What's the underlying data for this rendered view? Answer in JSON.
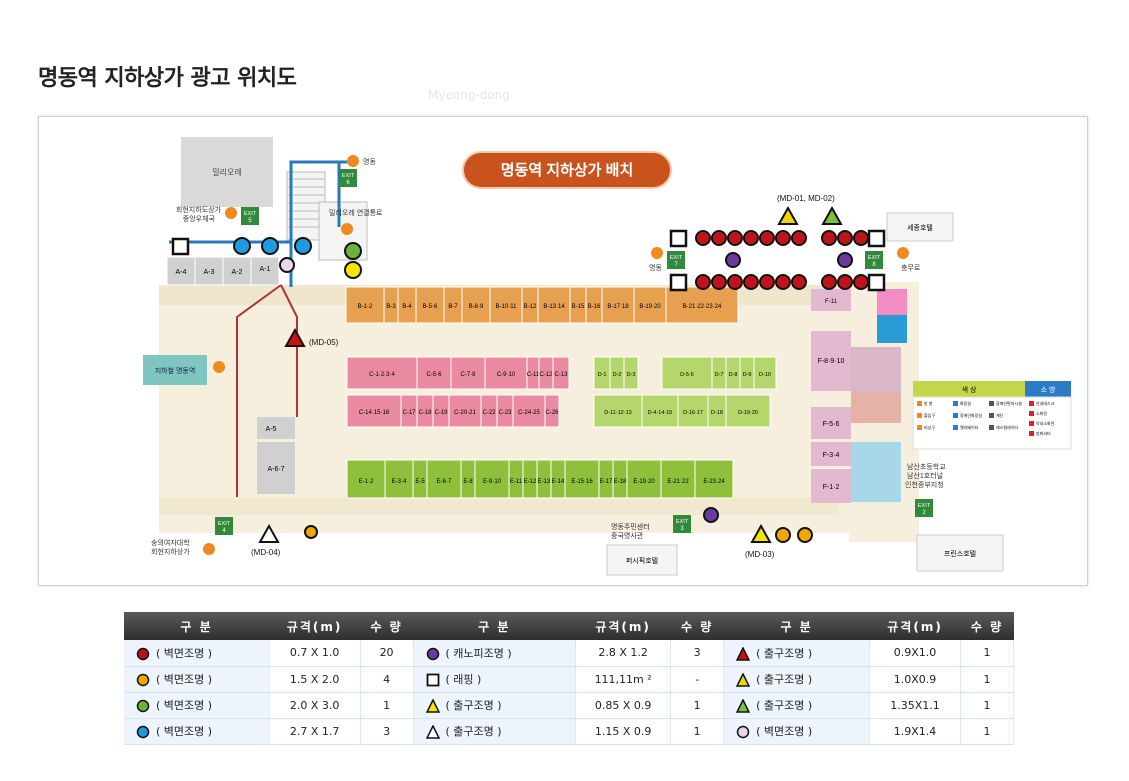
{
  "title": "명동역 지하상가 광고 위치도",
  "ghost_text": "Myeong-dong",
  "map": {
    "banner": "명동역 지하상가 배치",
    "buildings": {
      "milliore": "밀리오레",
      "sejong": "세종호텔",
      "pacific": "퍼시픽호텔",
      "prince": "프린스호텔",
      "subway": "지하철 명동역"
    },
    "exits": {
      "e6": [
        "EXIT",
        "6"
      ],
      "e5": [
        "EXIT",
        "5"
      ],
      "e7": [
        "EXIT",
        "7"
      ],
      "e8": [
        "EXIT",
        "8"
      ],
      "e4": [
        "EXIT",
        "4"
      ],
      "e3": [
        "EXIT",
        "3"
      ],
      "e2": [
        "EXIT",
        "2"
      ]
    },
    "labels": {
      "myeongdong_top": "명동",
      "hoehyeon_line1": "회현지하도상가",
      "hoehyeon_line2": "중앙우체국",
      "milliore_link": "밀리오레 연결통로",
      "myeongdong_left": "명동",
      "chungmuro": "충무로",
      "sookmyung_line1": "숭의여자대학",
      "sookmyung_line2": "회현지하상가",
      "center_line1": "명동주민센터",
      "center_line2": "중국영사관",
      "namsan_line1": "남산초등학교",
      "namsan_line2": "남산1호터널",
      "namsan_line3": "인천중부지청"
    },
    "callouts": {
      "md01_02": "(MD-01, MD-02)",
      "md05": "(MD-05)",
      "md04": "(MD-04)",
      "md03": "(MD-03)"
    },
    "a_stores": [
      "A-4",
      "A-3",
      "A-2",
      "A-1"
    ],
    "a5": "A-5",
    "a67": "A-6·7",
    "b_stores": [
      "B-1·2",
      "B-3",
      "B-4",
      "B-5·6",
      "B-7",
      "B-8·9",
      "B-10·11",
      "B-12",
      "B-13·14",
      "B-15",
      "B-16",
      "B-17·18",
      "B-19·20",
      "B-21·22·23·24"
    ],
    "c_row1": [
      "C-1·2·3·4",
      "C-5·6",
      "C-7·8",
      "C-9·10",
      "C-11",
      "C-12",
      "C-13"
    ],
    "c_row2": [
      "C-14·15·16",
      "C-17",
      "C-18",
      "C-19",
      "C-20·21",
      "C-22",
      "C-23",
      "C-24·25",
      "C-26"
    ],
    "d_row1": [
      "D-1",
      "D-2",
      "D-3",
      "D-5·6",
      "D-7",
      "D-8",
      "D-9",
      "D-10"
    ],
    "d_row2": [
      "D-11·12·13",
      "D-4·14·15",
      "D-16·17",
      "D-18",
      "D-19·20"
    ],
    "e_stores": [
      "E-1·2",
      "E-3·4",
      "E-5",
      "E-6·7",
      "E-8",
      "E-9·10",
      "E-11",
      "E-12",
      "E-13",
      "E-14",
      "E-15·16",
      "E-17",
      "E-18",
      "E-19·20",
      "E-21·22",
      "E-23·24"
    ],
    "f_stores": [
      "F-11",
      "F-8·9·10",
      "F-5·6",
      "F-3·4",
      "F-1·2"
    ],
    "legend": {
      "facility_header": "색 상",
      "fire_header": "소 방",
      "facility_items": [
        "방 향",
        "화장실",
        "장애인편의시설",
        "출입구",
        "장애인화장실",
        "계단",
        "비상구",
        "엘리베이터",
        "에스컬레이터"
      ],
      "fire_items": [
        "안내데스크",
        "소화전",
        "옥내소화전",
        "방화셔터"
      ]
    }
  },
  "table": {
    "headers": [
      "구 분",
      "규격(m)",
      "수 량",
      "구 분",
      "규격(m)",
      "수 량",
      "구 분",
      "규격(m)",
      "수 량"
    ],
    "rows": [
      [
        {
          "icon": "circle",
          "color": "#b5121b",
          "label": "( 벽면조명 )"
        },
        "0.7 X 1.0",
        "20",
        {
          "icon": "circle",
          "color": "#6a3aa0",
          "label": "( 캐노피조명 )"
        },
        "2.8 X 1.2",
        "3",
        {
          "icon": "triangle",
          "color": "#cc1010",
          "label": "( 출구조명 )"
        },
        "0.9X1.0",
        "1"
      ],
      [
        {
          "icon": "circle",
          "color": "#f0a800",
          "label": "( 벽면조명 )"
        },
        "1.5 X 2.0",
        "4",
        {
          "icon": "square",
          "color": "#ffffff",
          "label": "( 래핑 )"
        },
        "111,11m ²",
        "-",
        {
          "icon": "triangle",
          "color": "#f2d40a",
          "label": "( 출구조명 )"
        },
        "1.0X0.9",
        "1"
      ],
      [
        {
          "icon": "circle",
          "color": "#6cb33e",
          "label": "( 벽면조명 )"
        },
        "2.0 X 3.0",
        "1",
        {
          "icon": "triangle",
          "color": "#f5e500",
          "label": "( 출구조명 )"
        },
        "0.85 X 0.9",
        "1",
        {
          "icon": "triangle",
          "color": "#7bbf3a",
          "label": "( 출구조명 )"
        },
        "1.35X1.1",
        "1"
      ],
      [
        {
          "icon": "circle",
          "color": "#1e9be0",
          "label": "( 벽면조명 )"
        },
        "2.7 X 1.7",
        "3",
        {
          "icon": "triangle",
          "color": "#ffffff",
          "label": "( 출구조명 )"
        },
        "1.15 X 0.9",
        "1",
        {
          "icon": "circle",
          "color": "#ead6e6",
          "label": "( 벽면조명 )"
        },
        "1.9X1.4",
        "1"
      ]
    ]
  },
  "colors": {
    "store_b": "#e6a04f",
    "store_c": "#e98aa0",
    "store_d": "#b5d66a",
    "store_e": "#8fc03c",
    "store_f": "#e3b9cf",
    "corridor": "#f6efdd",
    "banner": "#c9531c",
    "exit_green": "#2f8a3a"
  }
}
